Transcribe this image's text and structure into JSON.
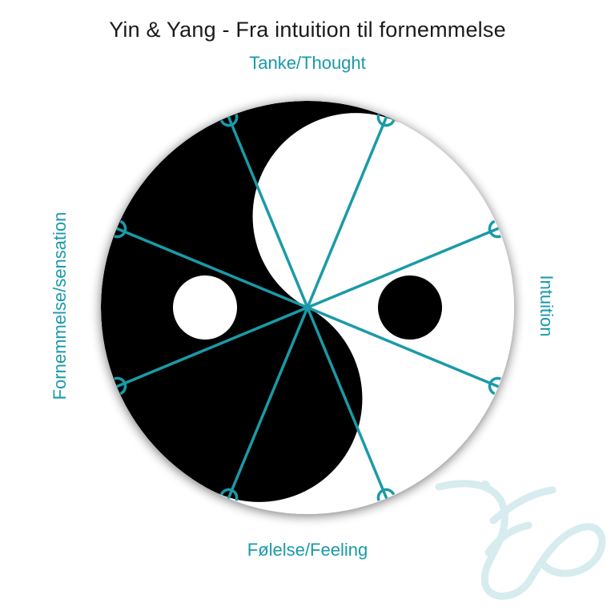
{
  "title": "Yin & Yang - Fra intuition til fornemmelse",
  "labels": {
    "top": "Tanke/Thought",
    "right": "Intuition",
    "bottom": "Følelse/Feeling",
    "left": "Fornemmelse/sensation"
  },
  "colors": {
    "accent": "#1a9aa8",
    "yin": "#000000",
    "yang": "#ffffff",
    "title_text": "#1a1a1a",
    "watermark": "#d6ecef"
  },
  "spokes": 8,
  "watermark_icon": "heron-logo-icon"
}
